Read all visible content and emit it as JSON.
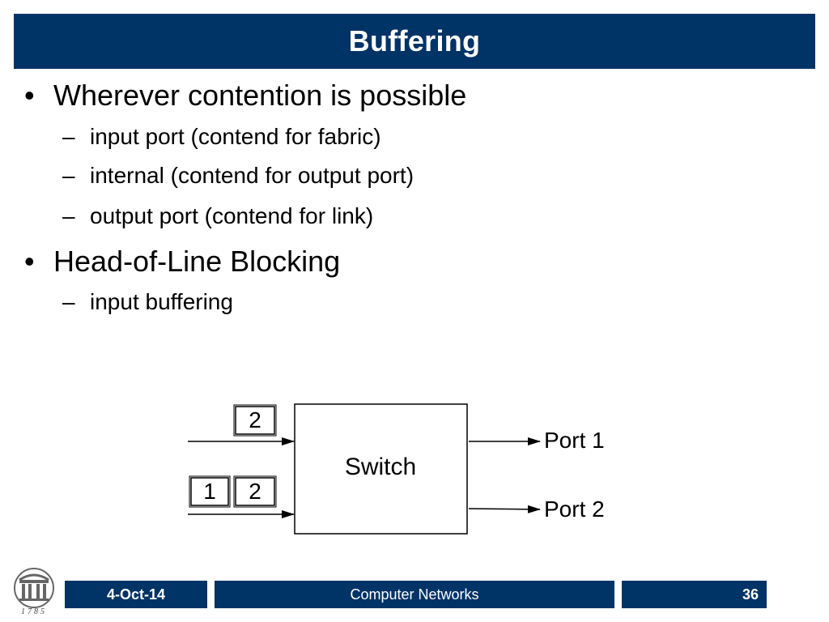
{
  "slide": {
    "title": "Buffering",
    "bullets": [
      {
        "text": "Wherever contention is possible",
        "subitems": [
          "input port (contend for fabric)",
          "internal (contend for output port)",
          "output port (contend for link)"
        ]
      },
      {
        "text": "Head-of-Line Blocking",
        "subitems": [
          "input buffering"
        ]
      }
    ],
    "bullet_mark": "•",
    "sub_mark": "–"
  },
  "diagram": {
    "switch_label": "Switch",
    "input1_queue": [
      "2"
    ],
    "input2_queue": [
      "1",
      "2"
    ],
    "outputs": [
      "Port 1",
      "Port 2"
    ]
  },
  "footer": {
    "date": "4-Oct-14",
    "course": "Computer Networks",
    "page": "36"
  },
  "logo": {
    "year_text": "1785"
  },
  "colors": {
    "brand_navy": "#003366",
    "text": "#000000",
    "background": "#ffffff"
  }
}
